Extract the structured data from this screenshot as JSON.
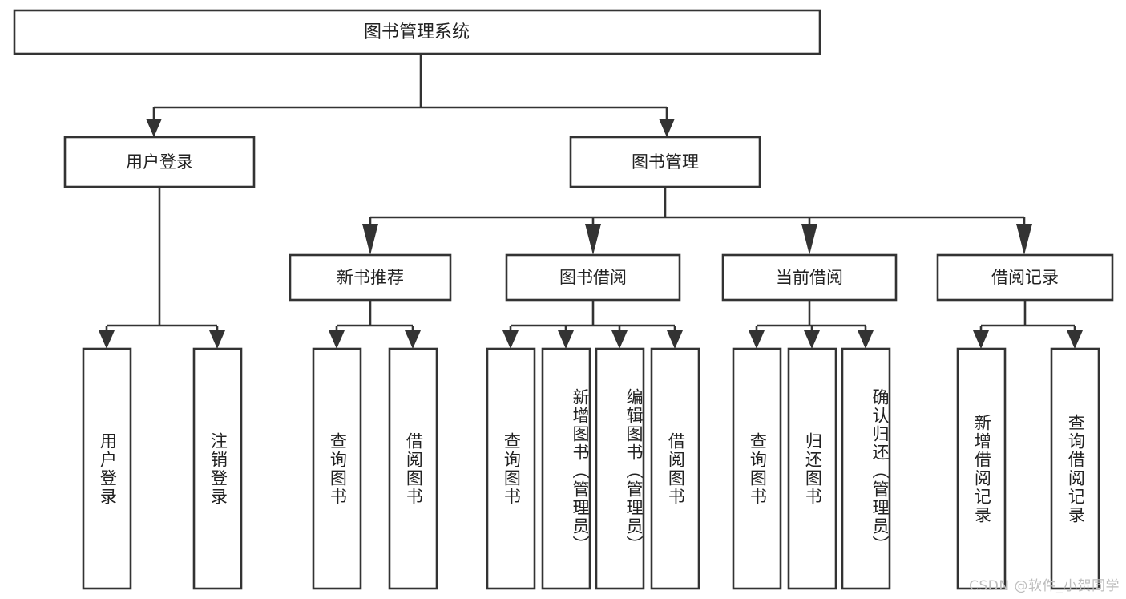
{
  "diagram": {
    "title": "图书管理系统",
    "type": "tree-hierarchy-chart",
    "orientation": "top-down",
    "colors": {
      "box_stroke": "#333333",
      "box_fill": "#ffffff",
      "text": "#222222",
      "connector": "#333333",
      "watermark": "#bdbdbd",
      "background": "#ffffff"
    },
    "root": {
      "label": "图书管理系统"
    },
    "level1": [
      {
        "label": "用户登录"
      },
      {
        "label": "图书管理"
      }
    ],
    "level2": [
      {
        "label": "新书推荐"
      },
      {
        "label": "图书借阅"
      },
      {
        "label": "当前借阅"
      },
      {
        "label": "借阅记录"
      }
    ],
    "leaves": {
      "user_login": [
        {
          "label": "用户登录"
        },
        {
          "label": "注销登录"
        }
      ],
      "new_book_recommend": [
        {
          "label": "查询图书"
        },
        {
          "label": "借阅图书"
        }
      ],
      "book_borrow": [
        {
          "label": "查询图书"
        },
        {
          "label": "新增图书（管理员）"
        },
        {
          "label": "编辑图书（管理员）"
        },
        {
          "label": "借阅图书"
        }
      ],
      "current_borrow": [
        {
          "label": "查询图书"
        },
        {
          "label": "归还图书"
        },
        {
          "label": "确认归还（管理员）"
        }
      ],
      "borrow_record": [
        {
          "label": "新增借阅记录"
        },
        {
          "label": "查询借阅记录"
        }
      ]
    },
    "watermark": "CSDN @软件_小贺同学"
  }
}
